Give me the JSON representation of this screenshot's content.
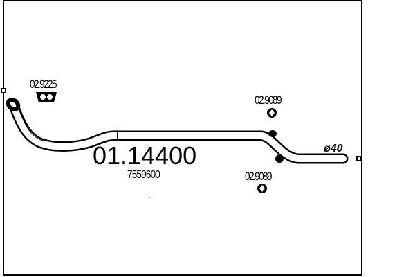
{
  "part_number": "01.14400",
  "oem_number": "7559600",
  "diameter_label": "ø40",
  "components": [
    {
      "label": "02.9225",
      "icon": "gasket-icon"
    },
    {
      "label": "02.9089",
      "icon": "rubber-ring-icon"
    },
    {
      "label": "02.9089",
      "icon": "rubber-ring-icon"
    }
  ]
}
